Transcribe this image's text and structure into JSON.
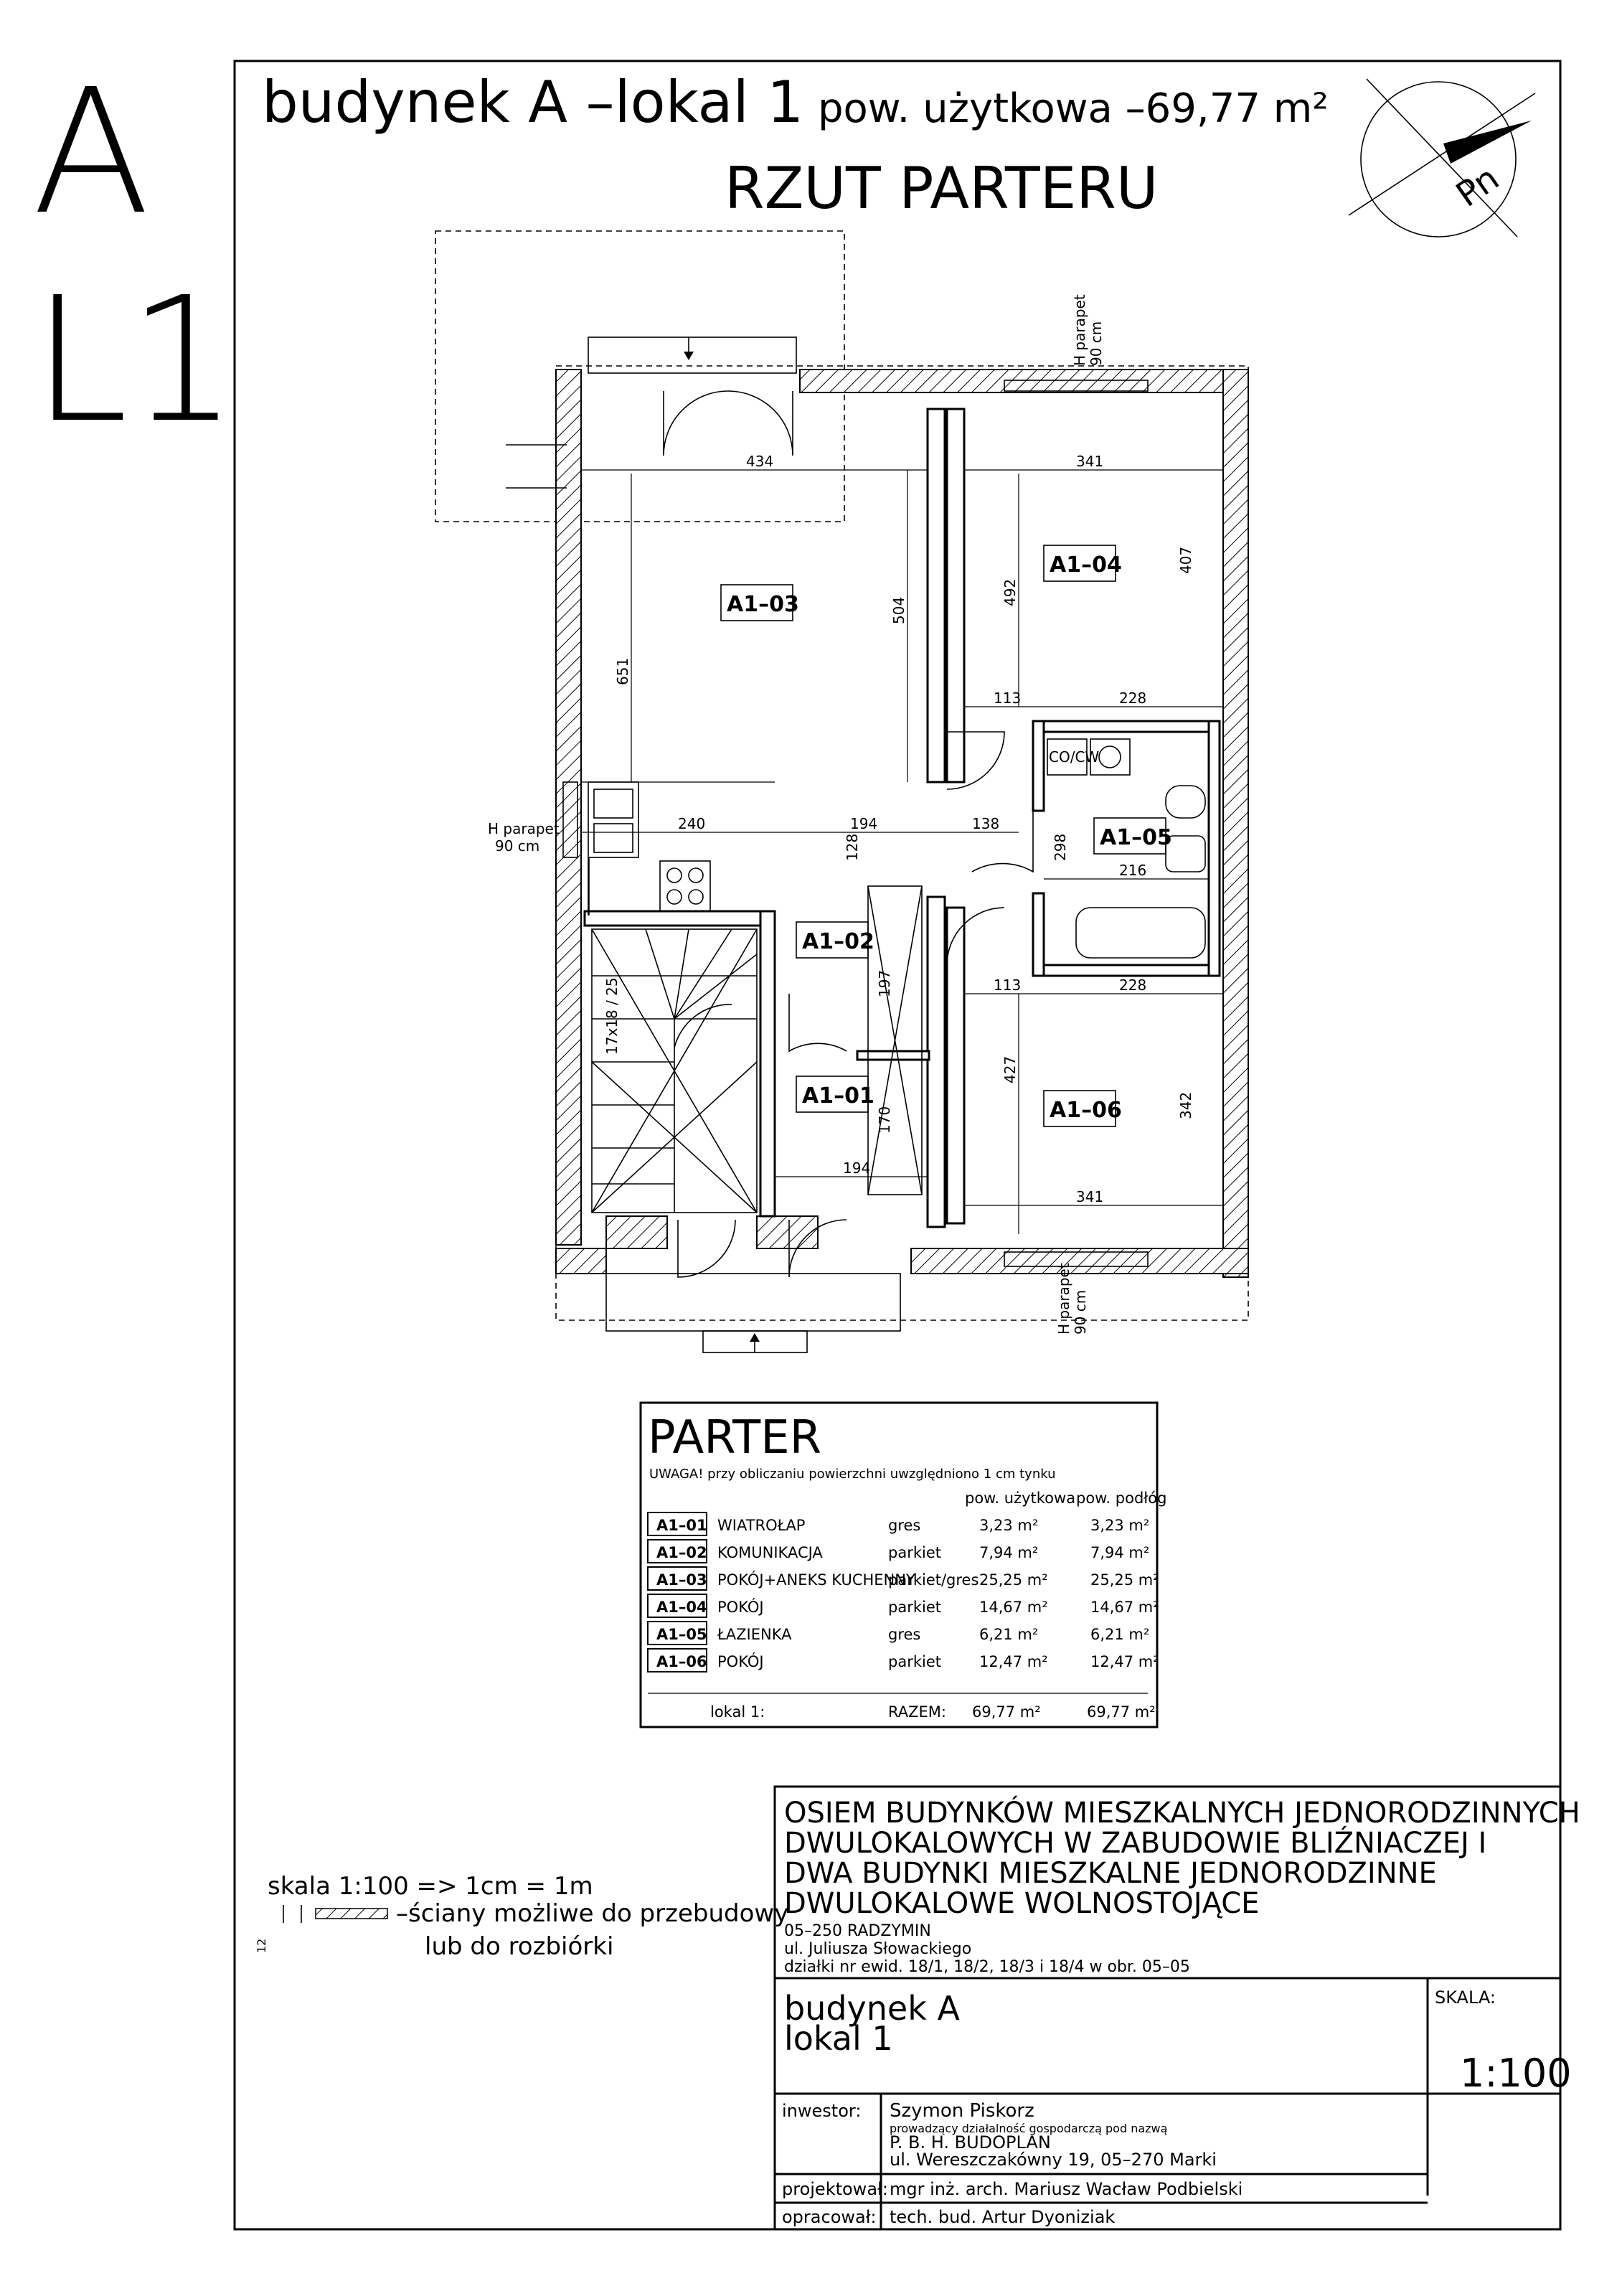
{
  "header": {
    "title_left": "budynek A –lokal 1",
    "title_area": "pow. użytkowa –69,77 m²",
    "subtitle": "RZUT PARTERU",
    "side_letter_1": "A",
    "side_letter_2": "L1",
    "north_label": "Pn"
  },
  "rooms": {
    "r01": "A1–01",
    "r02": "A1–02",
    "r03": "A1–03",
    "r04": "A1–04",
    "r05": "A1–05",
    "r06": "A1–06"
  },
  "dimensions": {
    "d434": "434",
    "d341a": "341",
    "d651": "651",
    "d504": "504",
    "d492": "492",
    "d407": "407",
    "d113a": "113",
    "d228a": "228",
    "d240": "240",
    "d194a": "194",
    "d138": "138",
    "d128": "128",
    "d298": "298",
    "d216": "216",
    "d197": "197",
    "d113b": "113",
    "d228b": "228",
    "d427": "427",
    "d342": "342",
    "d170": "170",
    "d194b": "194",
    "d341b": "341",
    "stairs": "17x18 / 25"
  },
  "annotations": {
    "parapet": "H parapet",
    "parapet_h": "90 cm",
    "co_cw": "CO/CW"
  },
  "table": {
    "title": "PARTER",
    "note": "UWAGA! przy obliczaniu powierzchni uwzględniono 1 cm tynku",
    "col_usable": "pow. użytkowa",
    "col_floor": "pow. podłóg",
    "rows": [
      {
        "id": "A1–01",
        "name": "WIATROŁAP",
        "finish": "gres",
        "usable": "3,23 m²",
        "floor": "3,23 m²"
      },
      {
        "id": "A1–02",
        "name": "KOMUNIKACJA",
        "finish": "parkiet",
        "usable": "7,94 m²",
        "floor": "7,94 m²"
      },
      {
        "id": "A1–03",
        "name": "POKÓJ+ANEKS KUCHENNY",
        "finish": "parkiet/gres",
        "usable": "25,25 m²",
        "floor": "25,25 m²"
      },
      {
        "id": "A1–04",
        "name": "POKÓJ",
        "finish": "parkiet",
        "usable": "14,67 m²",
        "floor": "14,67 m²"
      },
      {
        "id": "A1–05",
        "name": "ŁAZIENKA",
        "finish": "gres",
        "usable": "6,21 m²",
        "floor": "6,21 m²"
      },
      {
        "id": "A1–06",
        "name": "POKÓJ",
        "finish": "parkiet",
        "usable": "12,47 m²",
        "floor": "12,47 m²"
      }
    ],
    "total_label": "lokal 1:",
    "total_finish": "RAZEM:",
    "total_usable": "69,77 m²",
    "total_floor": "69,77 m²"
  },
  "legend": {
    "scale": "skala 1:100 => 1cm = 1m",
    "walls_line1": "–ściany możliwe do przebudowy",
    "walls_line2": "lub do rozbiórki",
    "wall_thk": "12"
  },
  "title_block": {
    "project_1": "OSIEM BUDYNKÓW MIESZKALNYCH JEDNORODZINNYCH",
    "project_2": "DWULOKALOWYCH W ZABUDOWIE BLIŹNIACZEJ I",
    "project_3": "DWA BUDYNKI MIESZKALNE JEDNORODZINNE",
    "project_4": "DWULOKALOWE WOLNOSTOJĄCE",
    "address_1": "05–250 RADZYMIN",
    "address_2": "ul. Juliusza Słowackiego",
    "address_3": "działki nr ewid. 18/1, 18/2, 18/3 i 18/4 w obr. 05–05",
    "sheet_1": "budynek A",
    "sheet_2": "lokal 1",
    "scale_label": "SKALA:",
    "scale_value": "1:100",
    "investor_label": "inwestor:",
    "investor_name": "Szymon Piskorz",
    "investor_note": "prowadzący działalność gospodarczą pod nazwą",
    "investor_firm": "P. B. H. BUDOPLAN",
    "investor_addr": "ul. Wereszczakówny 19, 05–270 Marki",
    "designer_label": "projektował:",
    "designer_name": "mgr inż. arch. Mariusz Wacław Podbielski",
    "drafter_label": "opracował:",
    "drafter_name": "tech. bud. Artur Dyoniziak"
  }
}
